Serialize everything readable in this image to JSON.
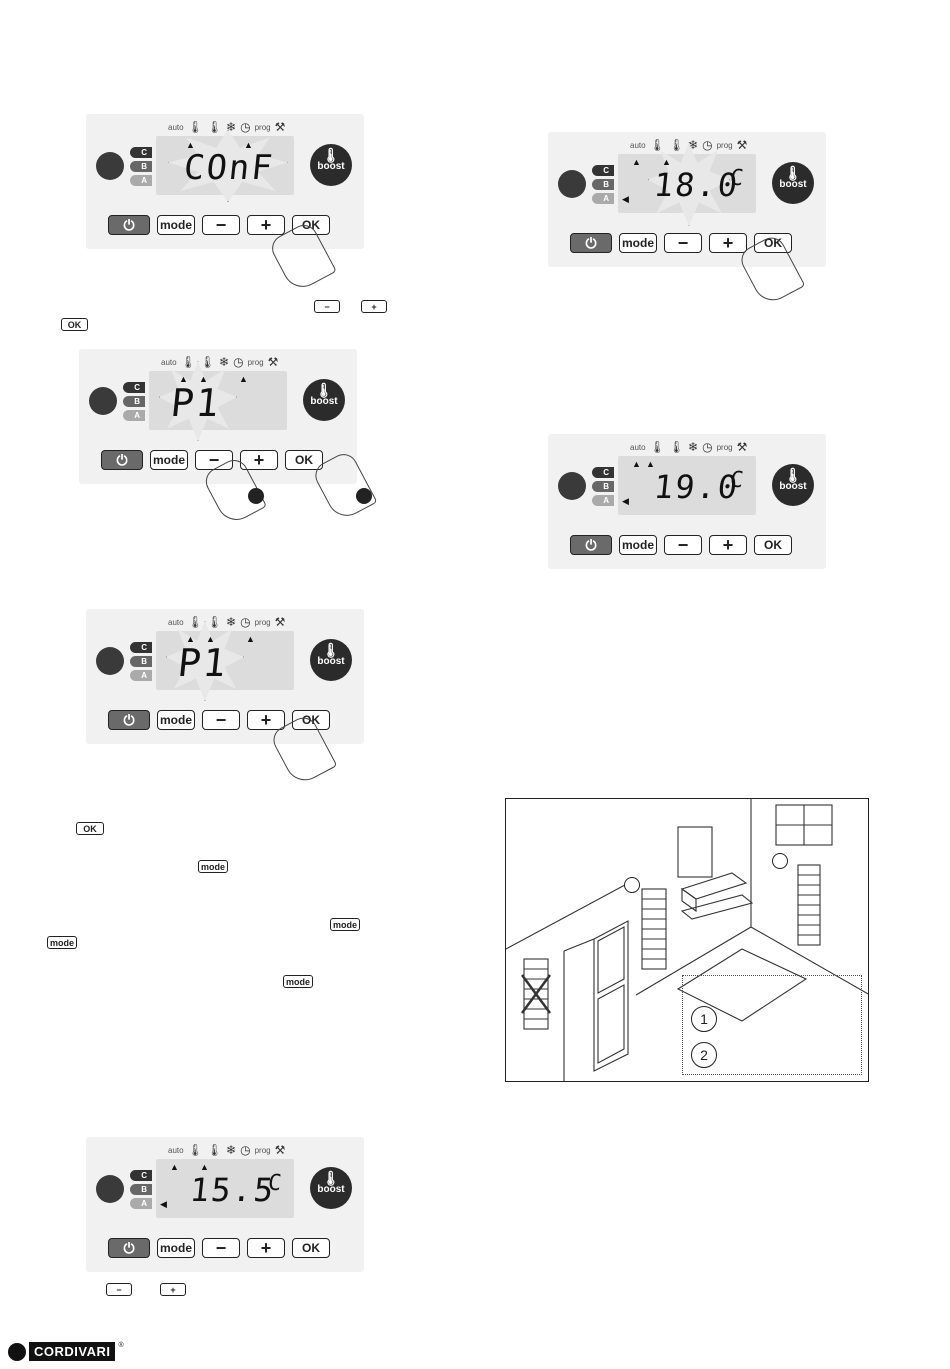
{
  "keys": {
    "power": "⏻",
    "mode": "mode",
    "minus": "−",
    "plus": "+",
    "ok": "OK"
  },
  "status_icons": {
    "auto": "auto",
    "prog": "prog"
  },
  "mode_letters": [
    "C",
    "B",
    "A"
  ],
  "boost_label": "boost",
  "panels": [
    {
      "id": "conf",
      "lcd": "COnF"
    },
    {
      "id": "p1-select",
      "lcd": "P1"
    },
    {
      "id": "p1-confirm",
      "lcd": "P1"
    },
    {
      "id": "temp-155",
      "lcd": "15.5",
      "unit": "C"
    },
    {
      "id": "temp-180",
      "lcd": "18.0",
      "unit": "C"
    },
    {
      "id": "temp-190",
      "lcd": "19.0",
      "unit": "C"
    }
  ],
  "inline_keys": {
    "minus": "−",
    "plus": "+",
    "ok": "OK",
    "mode": "mode"
  },
  "diagram": {
    "zone1": "1",
    "zone2": "2"
  },
  "footer": {
    "brand": "CORDIVARI",
    "reg": "®"
  }
}
